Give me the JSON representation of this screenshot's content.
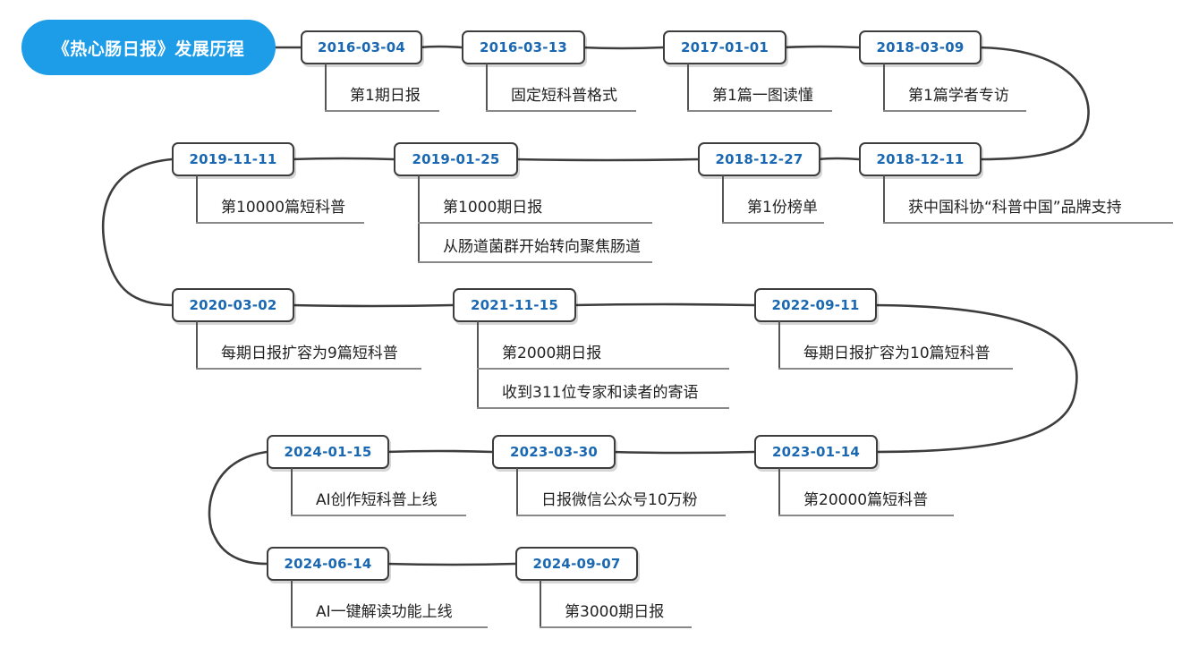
{
  "title": "《热心肠日报》发展历程",
  "colors": {
    "title_bg": "#1d9ce8",
    "date_text": "#1a68b2",
    "line": "#3d3d3d"
  },
  "milestones": [
    {
      "date": "2016-03-04",
      "events": [
        "第1期日报"
      ]
    },
    {
      "date": "2016-03-13",
      "events": [
        "固定短科普格式"
      ]
    },
    {
      "date": "2017-01-01",
      "events": [
        "第1篇一图读懂"
      ]
    },
    {
      "date": "2018-03-09",
      "events": [
        "第1篇学者专访"
      ]
    },
    {
      "date": "2018-12-11",
      "events": [
        "获中国科协“科普中国”品牌支持"
      ]
    },
    {
      "date": "2018-12-27",
      "events": [
        "第1份榜单"
      ]
    },
    {
      "date": "2019-01-25",
      "events": [
        "第1000期日报",
        "从肠道菌群开始转向聚焦肠道"
      ]
    },
    {
      "date": "2019-11-11",
      "events": [
        "第10000篇短科普"
      ]
    },
    {
      "date": "2020-03-02",
      "events": [
        "每期日报扩容为9篇短科普"
      ]
    },
    {
      "date": "2021-11-15",
      "events": [
        "第2000期日报",
        "收到311位专家和读者的寄语"
      ]
    },
    {
      "date": "2022-09-11",
      "events": [
        "每期日报扩容为10篇短科普"
      ]
    },
    {
      "date": "2023-01-14",
      "events": [
        "第20000篇短科普"
      ]
    },
    {
      "date": "2023-03-30",
      "events": [
        "日报微信公众号10万粉"
      ]
    },
    {
      "date": "2024-01-15",
      "events": [
        "AI创作短科普上线"
      ]
    },
    {
      "date": "2024-06-14",
      "events": [
        "AI一键解读功能上线"
      ]
    },
    {
      "date": "2024-09-07",
      "events": [
        "第3000期日报"
      ]
    }
  ]
}
